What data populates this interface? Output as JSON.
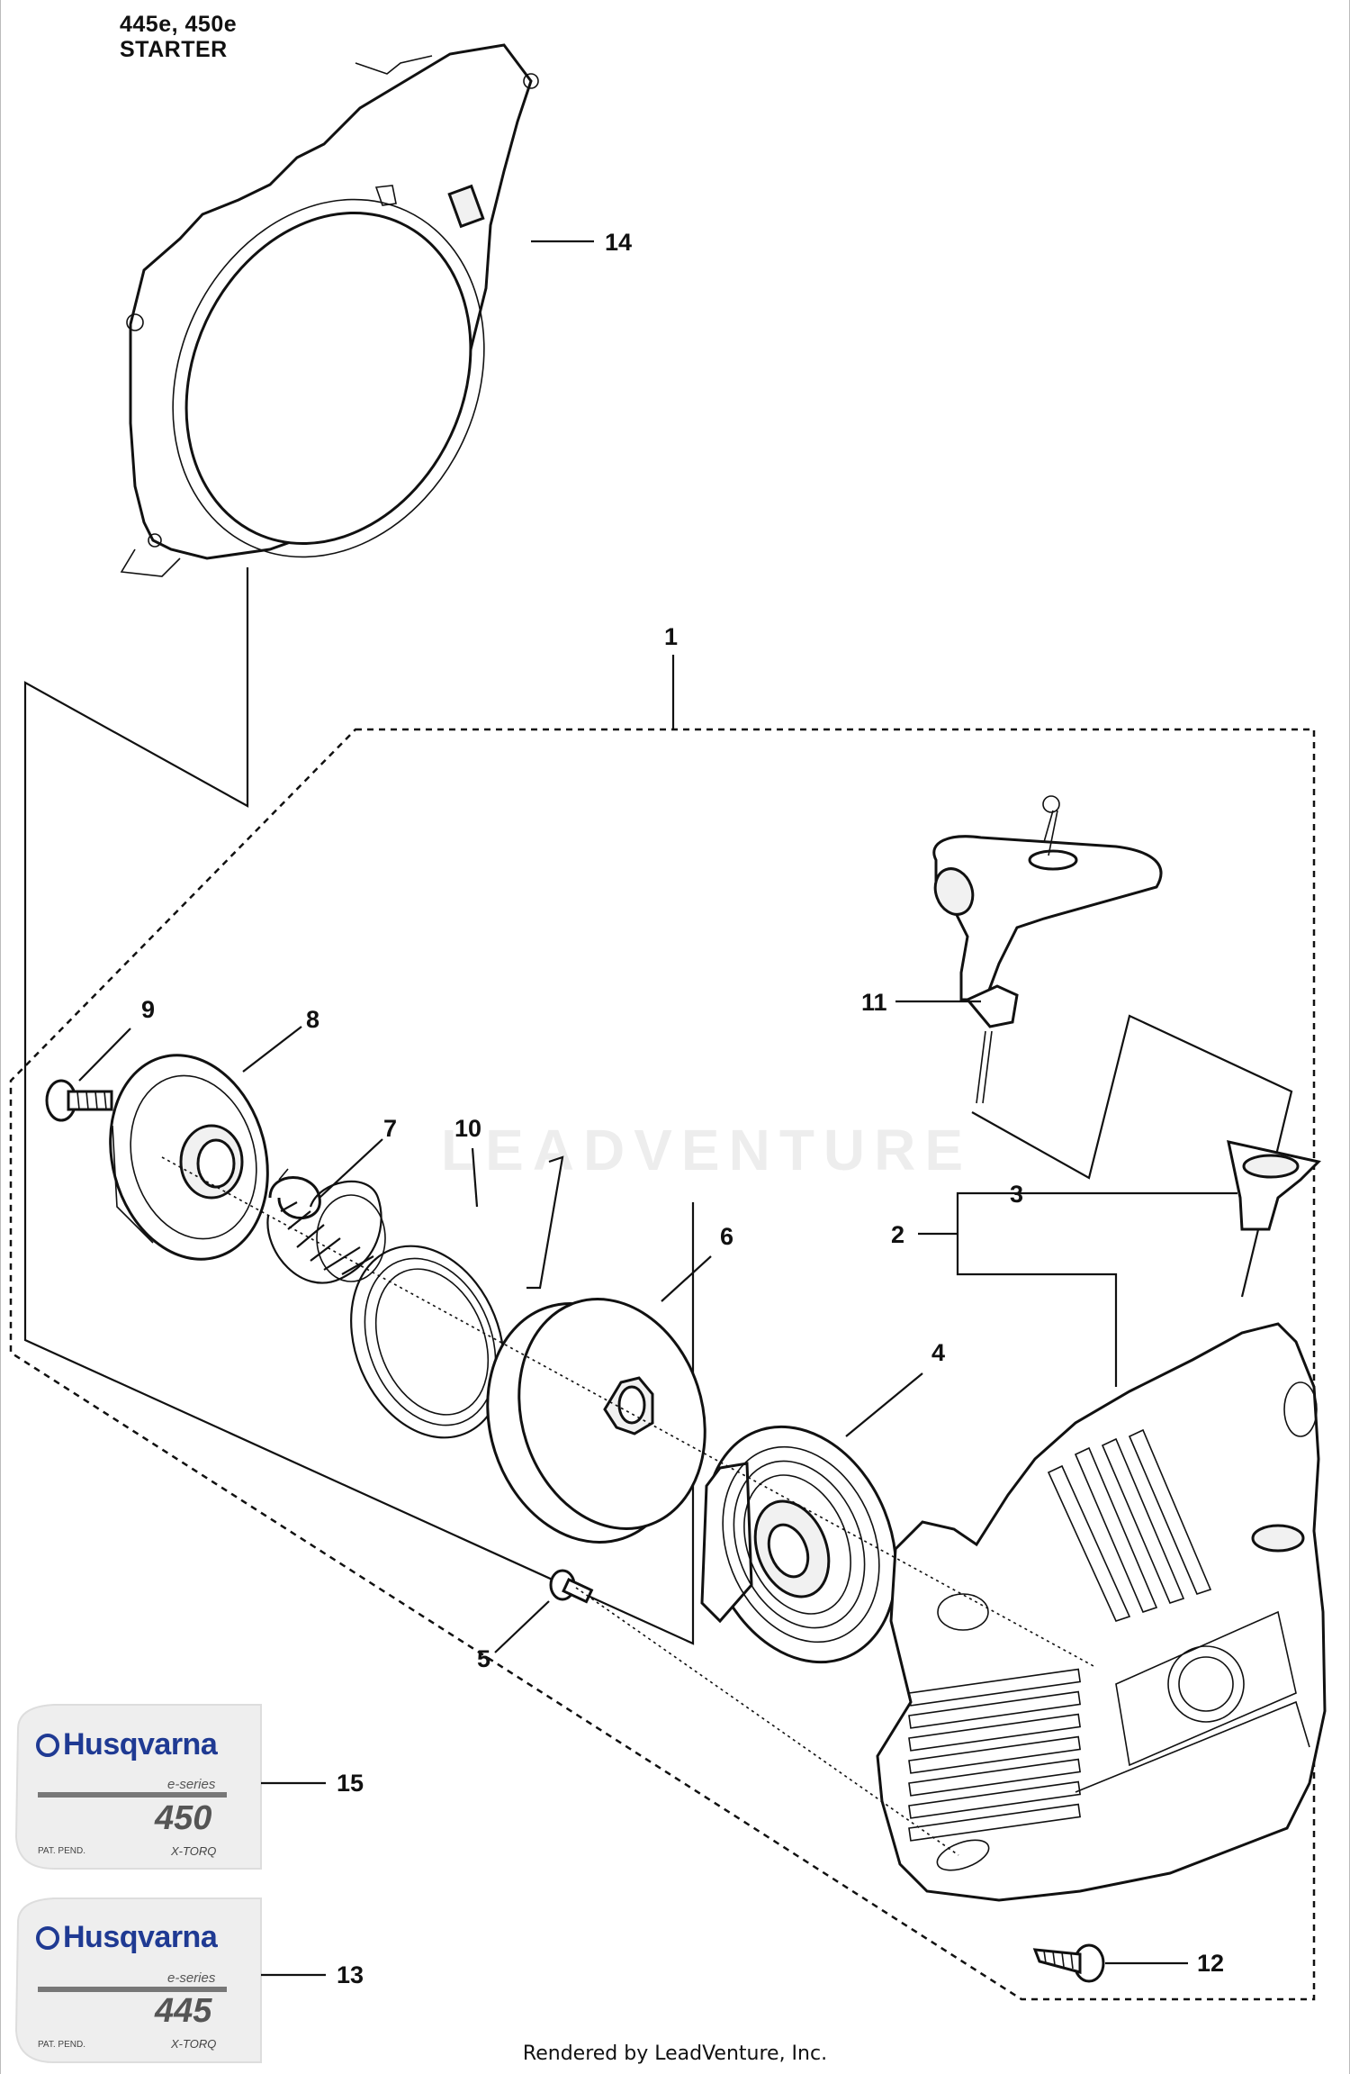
{
  "title": {
    "line1": "445e, 450e",
    "line2": "STARTER"
  },
  "watermark": "LEADVENTURE",
  "footer": "Rendered by LeadVenture, Inc.",
  "callouts": [
    "1",
    "2",
    "3",
    "4",
    "5",
    "6",
    "7",
    "8",
    "9",
    "10",
    "11",
    "12",
    "13",
    "14",
    "15"
  ],
  "decal_450": {
    "brand": "Husqvarna",
    "series": "e-series",
    "model": "450",
    "pat": "PAT. PEND.",
    "torq": "X-TORQ"
  },
  "decal_445": {
    "brand": "Husqvarna",
    "series": "e-series",
    "model": "445",
    "pat": "PAT. PEND.",
    "torq": "X-TORQ"
  }
}
